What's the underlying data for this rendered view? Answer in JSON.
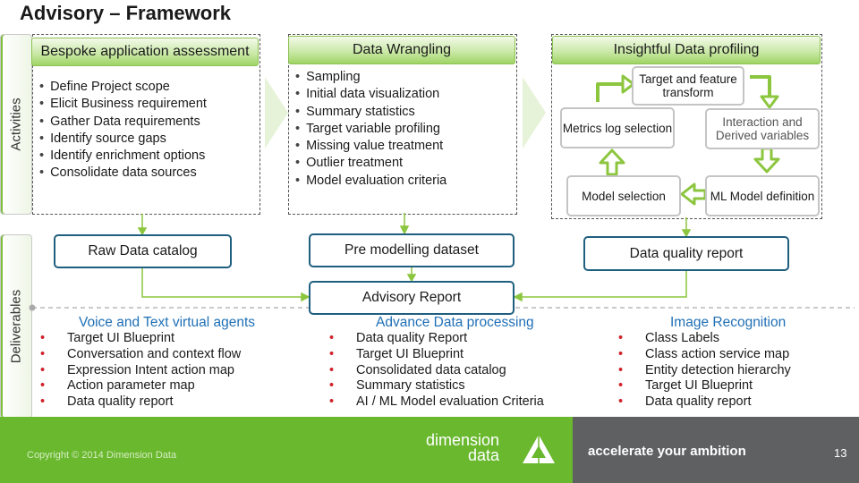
{
  "title": "Advisory – Framework",
  "side_tabs": {
    "activities": "Activities",
    "deliverables": "Deliverables"
  },
  "columns": [
    {
      "header": "Bespoke application assessment",
      "items": [
        "Define Project scope",
        "Elicit Business requirement",
        "Gather Data requirements",
        "Identify source gaps",
        "Identify enrichment options",
        "Consolidate data sources"
      ]
    },
    {
      "header": "Data Wrangling",
      "items": [
        "Sampling",
        "Initial data visualization",
        "Summary statistics",
        "Target variable profiling",
        "Missing value treatment",
        "Outlier treatment",
        "Model evaluation criteria"
      ]
    },
    {
      "header": "Insightful  Data profiling",
      "cycle": {
        "target": "Target and feature transform",
        "interaction": "Interaction and Derived variables",
        "ml_model": "ML Model definition",
        "model_selection": "Model selection",
        "metrics": "Metrics log selection"
      }
    }
  ],
  "deliverables": {
    "raw_data_catalog": "Raw Data catalog",
    "pre_modelling_dataset": "Pre modelling dataset",
    "data_quality_report": "Data quality report",
    "advisory_report": "Advisory Report"
  },
  "offerings": [
    {
      "title": "Voice and Text virtual agents",
      "items": [
        "Target UI Blueprint",
        "Conversation and context flow",
        "Expression Intent action map",
        "Action parameter map",
        "Data quality report"
      ]
    },
    {
      "title": "Advance Data processing",
      "items": [
        "Data quality Report",
        "Target UI Blueprint",
        "Consolidated data catalog",
        "Summary statistics",
        "AI / ML Model evaluation Criteria"
      ]
    },
    {
      "title": "Image Recognition",
      "items": [
        "Class Labels",
        "Class action service map",
        "Entity detection hierarchy",
        "Target UI Blueprint",
        "Data quality report"
      ]
    }
  ],
  "footer": {
    "copyright": "Copyright © 2014 Dimension Data",
    "brand_line1": "dimension",
    "brand_line2": "data",
    "tagline": "accelerate your ambition",
    "page_number": "13"
  },
  "colors": {
    "green": "#69b82e",
    "arrow_green": "#8cc63f",
    "navy": "#1f5f7f",
    "blue_text": "#1f6fb5",
    "bullet_red": "#d0202a"
  }
}
